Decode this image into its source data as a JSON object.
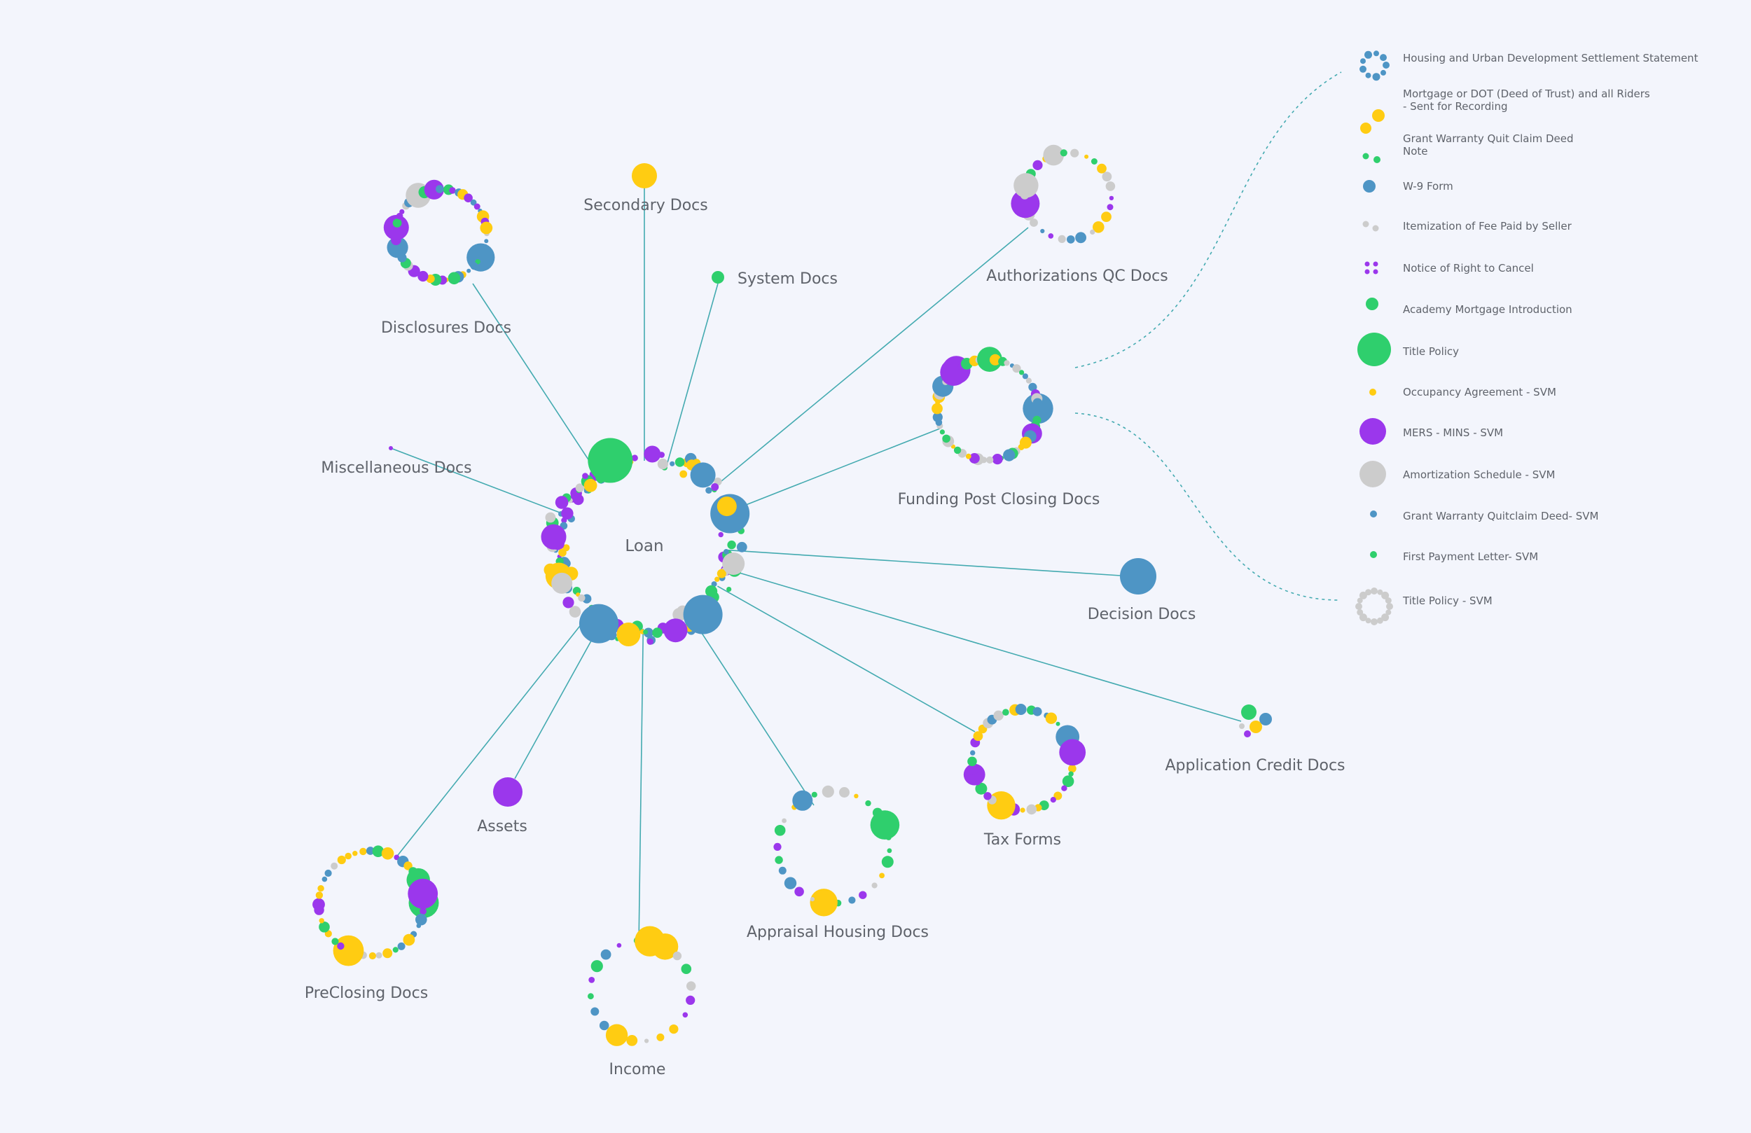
{
  "colors": {
    "background": "#f3f5fc",
    "edge": "#43aab0",
    "green": "#2fcf6d",
    "blue": "#4e95c5",
    "yellow": "#ffcc12",
    "purple": "#9b37ec",
    "gray": "#cccccc"
  },
  "diagram": {
    "center": {
      "label": "Loan"
    },
    "categories": [
      {
        "id": "disclosures",
        "label": "Disclosures Docs"
      },
      {
        "id": "secondary",
        "label": "Secondary Docs"
      },
      {
        "id": "system",
        "label": "System Docs"
      },
      {
        "id": "authorizations",
        "label": "Authorizations QC Docs"
      },
      {
        "id": "funding",
        "label": "Funding Post Closing Docs"
      },
      {
        "id": "misc",
        "label": "Miscellaneous Docs"
      },
      {
        "id": "decision",
        "label": "Decision Docs"
      },
      {
        "id": "application",
        "label": "Application Credit Docs"
      },
      {
        "id": "tax",
        "label": "Tax Forms"
      },
      {
        "id": "appraisal",
        "label": "Appraisal Housing Docs"
      },
      {
        "id": "assets",
        "label": "Assets"
      },
      {
        "id": "preclosing",
        "label": "PreClosing Docs"
      },
      {
        "id": "income",
        "label": "Income"
      }
    ]
  },
  "legend": {
    "items": [
      {
        "lines": [
          "Housing and Urban Development Settlement Statement"
        ],
        "icon": "blue-ring-icon"
      },
      {
        "lines": [
          "Mortgage or DOT (Deed of Trust) and all Riders",
          "- Sent for Recording"
        ],
        "icon": "yellow-pair-icon"
      },
      {
        "lines": [
          "Grant Warranty Quit Claim Deed",
          "Note"
        ],
        "icon": "green-pair-icon"
      },
      {
        "lines": [
          "W-9 Form"
        ],
        "icon": "blue-dot-icon"
      },
      {
        "lines": [
          "Itemization of Fee Paid by Seller"
        ],
        "icon": "gray-pair-icon"
      },
      {
        "lines": [
          "Notice of Right to Cancel"
        ],
        "icon": "purple-quad-icon"
      },
      {
        "lines": [
          "Academy  Mortgage Introduction"
        ],
        "icon": "green-dot-icon"
      },
      {
        "lines": [
          "Title Policy"
        ],
        "icon": "green-large-dot-icon"
      },
      {
        "lines": [
          "Occupancy Agreement - SVM"
        ],
        "icon": "yellow-small-dot-icon"
      },
      {
        "lines": [
          "MERS - MINS - SVM"
        ],
        "icon": "purple-large-dot-icon"
      },
      {
        "lines": [
          "Amortization Schedule - SVM"
        ],
        "icon": "gray-large-dot-icon"
      },
      {
        "lines": [
          "Grant Warranty Quitclaim Deed- SVM"
        ],
        "icon": "blue-small-dot-icon"
      },
      {
        "lines": [
          "First Payment Letter- SVM"
        ],
        "icon": "green-small-dot-icon"
      },
      {
        "lines": [
          "Title Policy - SVM"
        ],
        "icon": "gray-ring-icon"
      }
    ]
  }
}
